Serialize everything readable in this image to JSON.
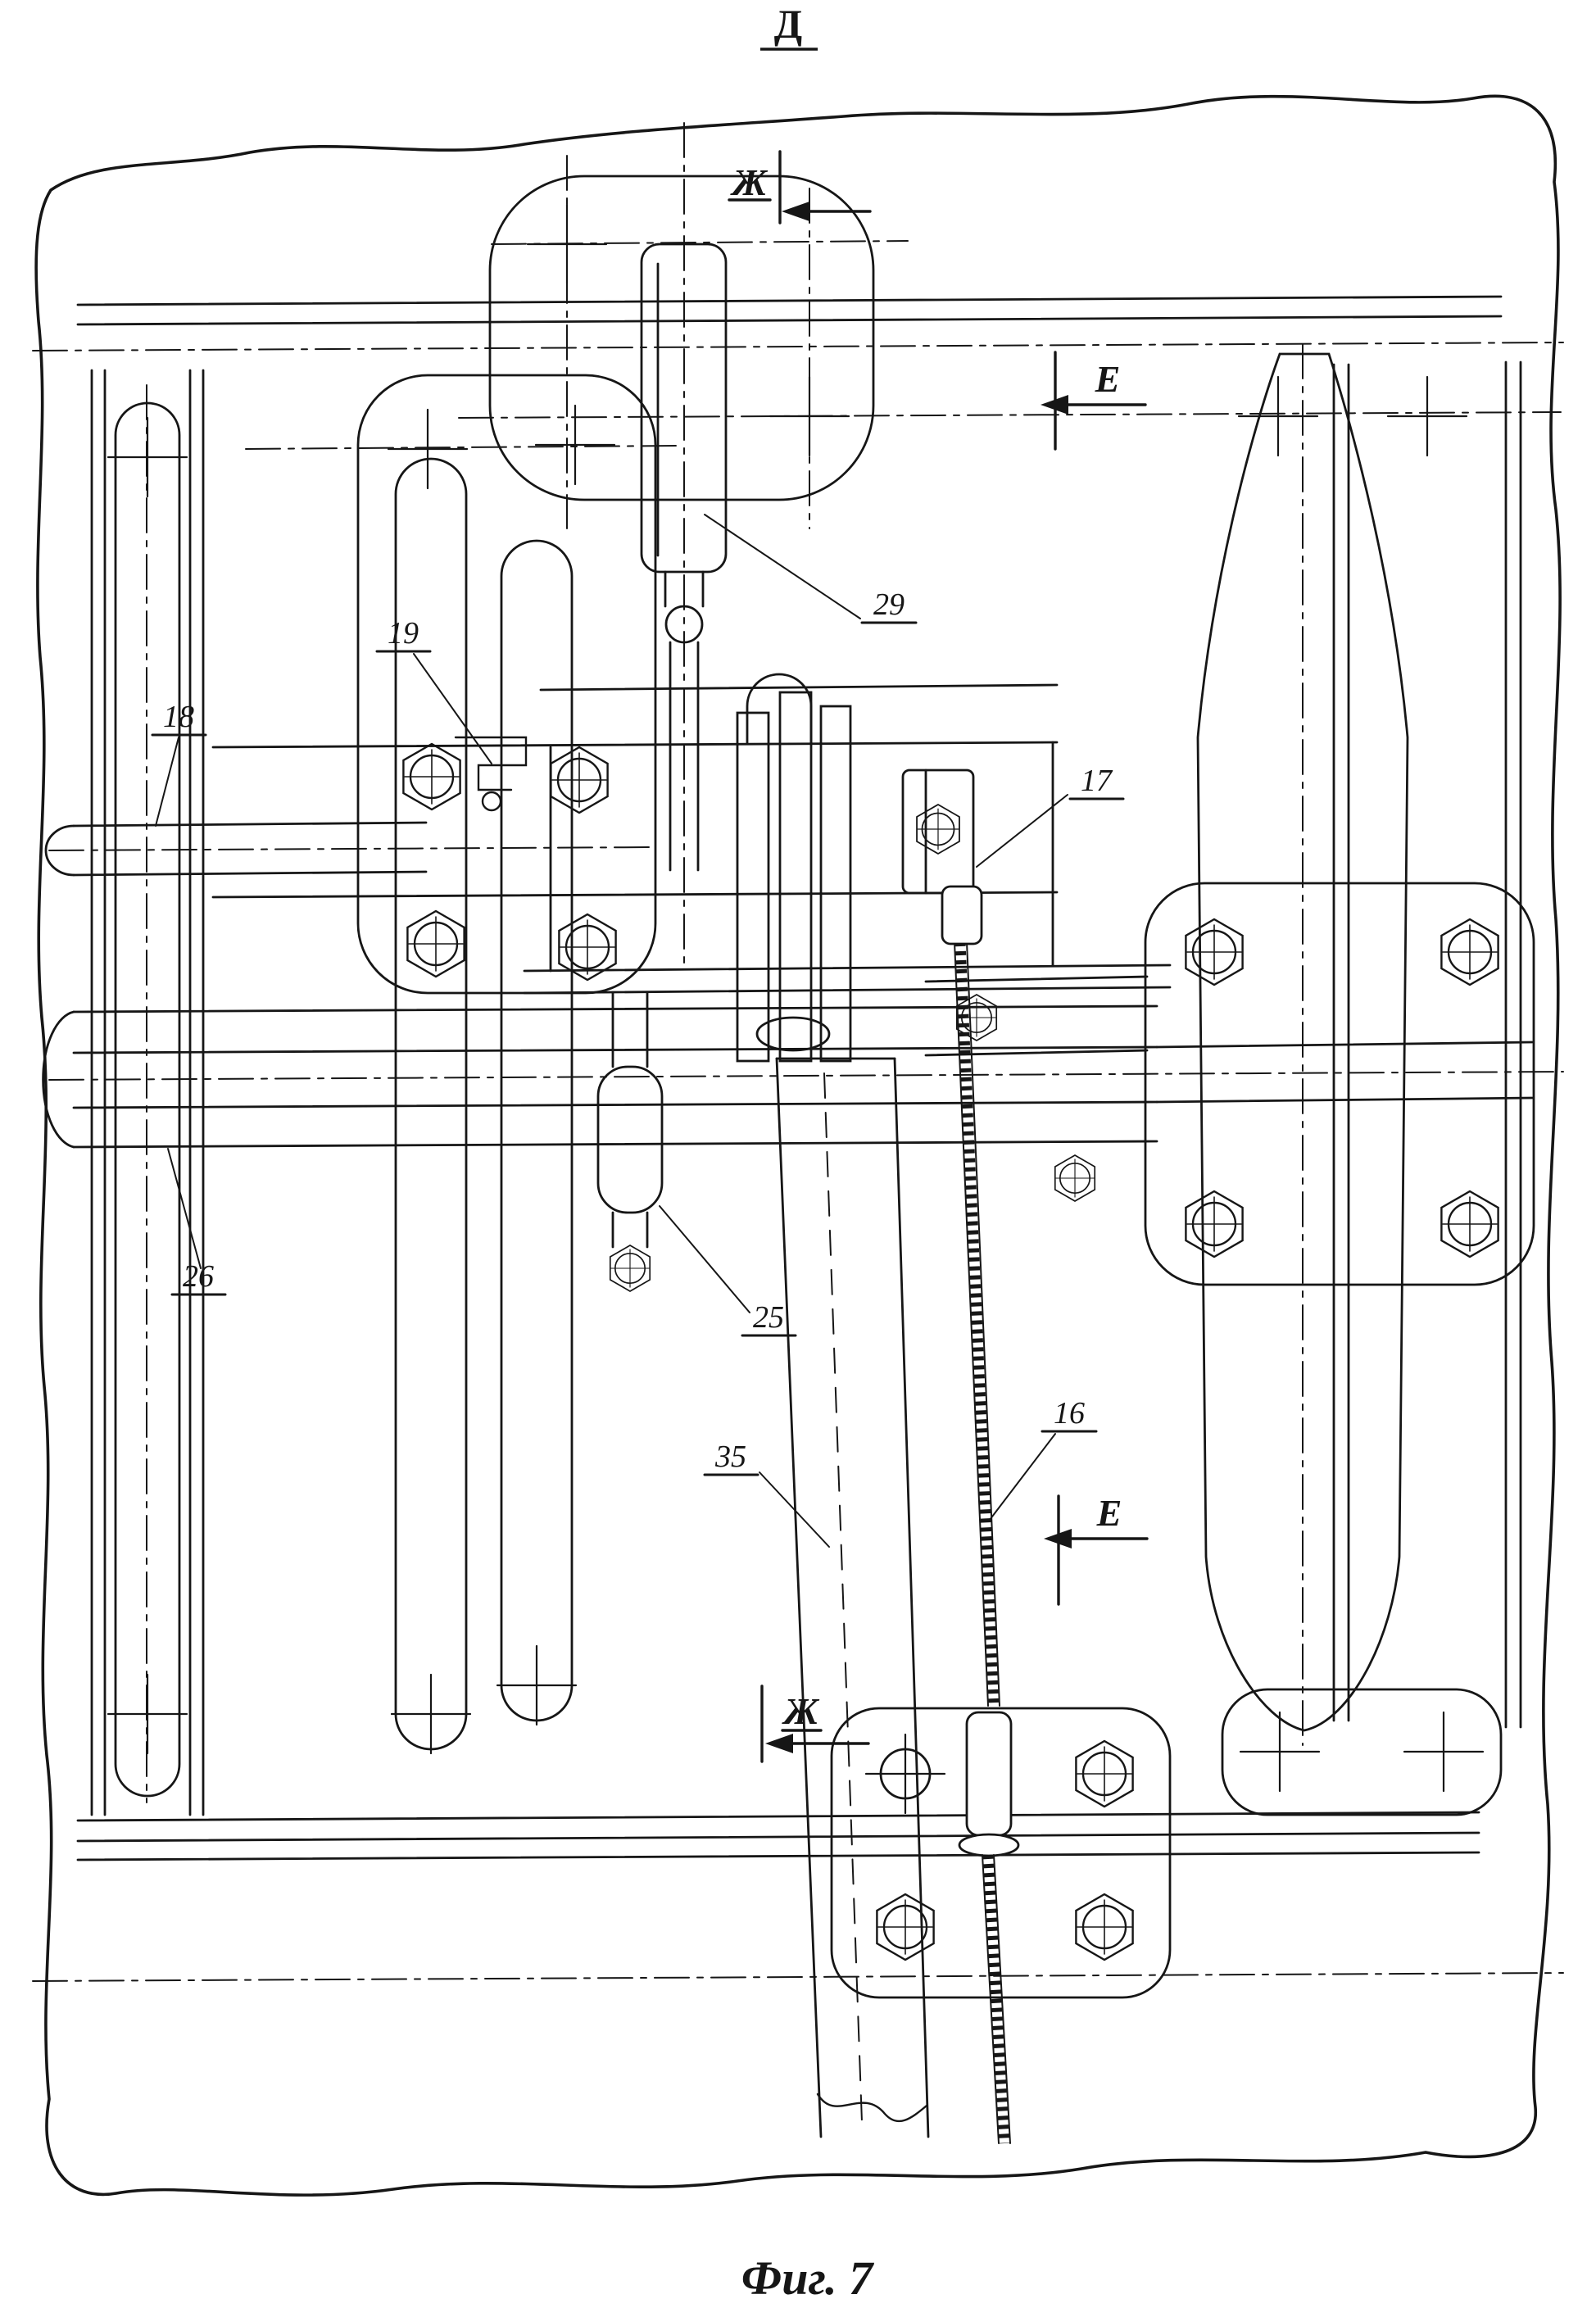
{
  "figure": {
    "view_label": "Д",
    "caption": "Фиг. 7"
  },
  "section_markers": {
    "zh_top": "Ж",
    "e_top": "Е",
    "e_bottom": "Е",
    "zh_bottom": "Ж"
  },
  "part_labels": {
    "p16": "16",
    "p17": "17",
    "p18": "18",
    "p19": "19",
    "p25": "25",
    "p26": "26",
    "p29": "29",
    "p35": "35"
  },
  "colors": {
    "ink": "#161616",
    "paper": "#ffffff"
  }
}
